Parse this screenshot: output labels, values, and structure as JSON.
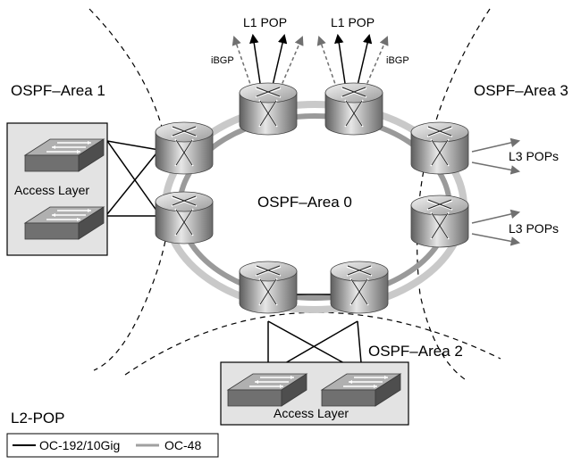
{
  "areas": {
    "area1": "OSPF–Area 1",
    "area0": "OSPF–Area 0",
    "area2": "OSPF–Area 2",
    "area3": "OSPF–Area 3"
  },
  "pop_labels": {
    "l1_left": "L1 POP",
    "l1_right": "L1 POP",
    "ibgp_left": "iBGP",
    "ibgp_right": "iBGP",
    "l3_top": "L3 POPs",
    "l3_bottom": "L3 POPs",
    "l2_pop": "L2-POP"
  },
  "access": {
    "left_label": "Access Layer",
    "bottom_label": "Access Layer"
  },
  "legend": {
    "solid_label": "OC-192/10Gig",
    "gray_label": "OC-48"
  },
  "colors": {
    "ring_light": "#c8c8c8",
    "ring_mid": "#9a9a9a",
    "box_fill": "#e2e2e2",
    "router_body": "#8c8c8c",
    "switch_top": "#a8a8a8",
    "switch_front": "#6a6a6a"
  },
  "icons": [
    "router-icon",
    "switch-icon"
  ]
}
